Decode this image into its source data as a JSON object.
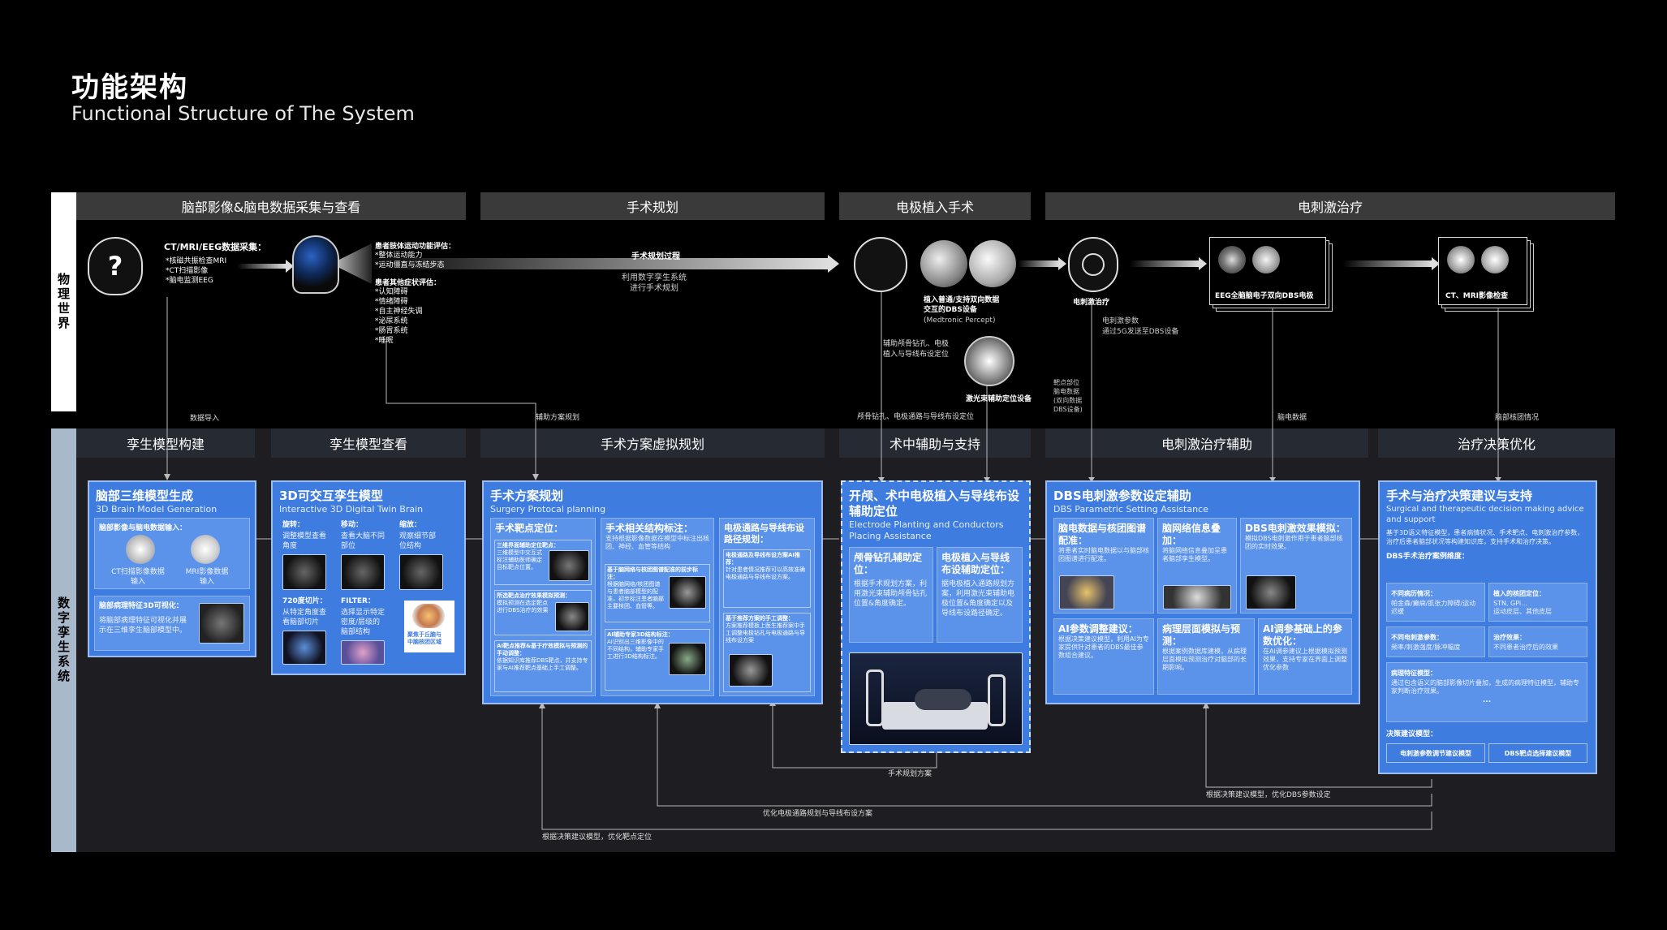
{
  "title_cn": "功能架构",
  "title_en": "Functional Structure of The System",
  "rows": {
    "physical": "物理世界",
    "digital": "数字孪生系统"
  },
  "phases": [
    "脑部影像&脑电数据采集与查看",
    "手术规划",
    "电极植入手术",
    "电刺激治疗"
  ],
  "digital_bars": [
    "孪生模型构建",
    "孪生模型查看",
    "手术方案虚拟规划",
    "术中辅助与支持",
    "电刺激治疗辅助",
    "治疗决策优化"
  ],
  "physical": {
    "acq_title": "CT/MRI/EEG数据采集：",
    "acq_items": [
      "*核磁共振检查MRI",
      "*CT扫描影像",
      "*脑电监测EEG"
    ],
    "motor_title": "患者肢体运动功能评估：",
    "motor_items": [
      "*整体运动能力",
      "*运动僵直与冻结步态"
    ],
    "other_title": "患者其他症状评估：",
    "other_items": [
      "*认知障碍",
      "*情绪障碍",
      "*自主神经失调",
      "*泌尿系统",
      "*肠胃系统",
      "*睡眠"
    ],
    "plan_label": "手术规划过程",
    "plan_sub": "利用数字孪生系统\n进行手术规划",
    "device_label": "植入普通/支持双向数据\n交互的DBS设备",
    "device_sub": "(Medtronic Percept)",
    "drill_label": "辅助颅骨钻孔、电极\n植入与导线布设定位",
    "laser_label": "激光束辅助定位设备",
    "stim_label": "电刺激治疗",
    "stim_sub": "电刺激参数\n通过5G发送至DBS设备",
    "eeg_label": "EEG全脑脑电子双向DBS电极",
    "ct_label": "CT、MRI影像检查",
    "target_note": "靶点部位\n脑电数据\n(双向数据\nDBS设备)"
  },
  "flow_notes": {
    "import": "数据导入",
    "assist_plan": "辅助方案规划",
    "skull": "颅骨钻孔、电极通路与导线布设定位",
    "eeg_data": "脑电数据",
    "nucleus": "脑部核团情况",
    "surgery_plan": "手术规划方案",
    "dbs_opt": "根据决策建议模型，优化DBS参数设定",
    "wire_opt": "优化电极通路规划与导线布设方案",
    "target_opt": "根据决策建议模型，优化靶点定位"
  },
  "cards": {
    "c1": {
      "title": "脑部三维模型生成",
      "sub": "3D Brain Model Generation",
      "input_title": "脑部影像与脑电数据输入：",
      "ct": "CT扫描影像数据\n输入",
      "mri": "MRI影像数据\n输入",
      "vis_title": "脑部病理特征3D可视化：",
      "vis_text": "将脑部病理特征可视化并展示在三维孪生脑部模型中。"
    },
    "c2": {
      "title": "3D可交互孪生模型",
      "sub": "Interactive 3D Digital Twin Brain",
      "rotate_t": "旋转：",
      "rotate": "调整模型查看\n角度",
      "move_t": "移动：",
      "move": "查看大脑不同\n部位",
      "zoom_t": "缩放：",
      "zoom": "观察细节部\n位结构",
      "slice_t": "720度切片：",
      "slice": "从特定角度查\n看脑部切片",
      "filter_t": "FILTER：",
      "filter": "选择显示特定\n密度/层级的\n脑部结构",
      "mini": "聚焦于丘脑与\n中脑核团区域"
    },
    "c3": {
      "title": "手术方案规划",
      "sub": "Surgery Protocal planning",
      "s1": "手术靶点定位：",
      "s2": "手术相关结构标注：",
      "s2text": "支持根据影像数据在模型中标注出核团、神经、血管等结构",
      "s3": "电极通路与导线布设路径规划：",
      "b1": "三维界面辅助定位靶点：",
      "b1t": "三维模型中交互式标注辅助医师确定目标靶点位置。",
      "b2": "所选靶点治疗效果模拟预测：",
      "b2t": "模拟预测在选定靶点进行DBS治疗的效果",
      "b3": "AI靶点推荐&基于疗效模拟与预测的手动调整：",
      "b3t": "依据知识库推荐DBS靶点，并支持专家与AI推荐靶点基础上手工调整。",
      "b4": "基于脑网络与核团图谱配准的前步标注：",
      "b4t": "根据脑网络/核团图谱与患者脑部模型的配准，初步标注患者脑部主要核团、血管等。",
      "b5": "AI辅助专家3D结构标注：",
      "b5t": "AI识别出三维影像中的不同结构，辅助专家手工进行3D结构标注。",
      "b6": "电极通路及导线布设方案AI推荐：",
      "b6t": "针对患者情况推荐可以高效准确电极通路与导线布设方案。",
      "b7": "基于推荐方案的手工调整：",
      "b7t": "方案推荐模板上医生推荐案中手工调整电极钻孔与电极通路与导线布设方案"
    },
    "c4": {
      "title": "开颅、术中电极植入与导线布设辅助定位",
      "sub": "Electrode Planting and Conductors Placing Assistance",
      "a1": "颅骨钻孔辅助定位：",
      "a1t": "根据手术规划方案，利用激光束辅助颅骨钻孔位置&角度确定。",
      "a2": "电极植入与导线布设辅助定位：",
      "a2t": "据电极植入通路规划方案，利用激光束辅助电极位置&角度确定以及导线布设路径确定。"
    },
    "c5": {
      "title": "DBS电刺激参数设定辅助",
      "sub": "DBS Parametric Setting Assistance",
      "p1": "脑电数据与核团图谱配准：",
      "p1t": "将患者实时脑电数据以与脑部核团图谱进行配准。",
      "p2": "脑网络信息叠加：",
      "p2t": "将脑网络信息叠加呈患者脑部孪生模型。",
      "p3": "DBS电刺激效果模拟：",
      "p3t": "模拟DBS电刺激作用于患者脑部核团的实时效果。",
      "p4": "AI参数调整建议：",
      "p4t": "根据决策建议模型，利用AI为专家提供针对患者的DBS最佳参数组合建议。",
      "p5": "病理层面模拟与预测：",
      "p5t": "根据案例数据库建模，从病理层面模拟预测治疗对脑部的长期影响。",
      "p6": "AI调参基础上的参数优化：",
      "p6t": "在AI调参建议上根据模拟预测效果，支持专家在界面上调整优化参数"
    },
    "c6": {
      "title": "手术与治疗决策建议与支持",
      "sub": "Surgical and therapeutic decision making advice and support",
      "intro": "基于3D语义特征模型，患者病情状况、手术靶点、电刺激治疗参数，治疗后患者脑部状况等构建知识库，支持手术和治疗决策。",
      "case_title": "DBS手术治疗案例维度：",
      "d1": "不同病历情况：",
      "d1t": "帕金森/癫痫/肌张力障碍/运动迟缓",
      "d2": "植入的核团定位：",
      "d2t": "STN, GPi...\n运动皮层、其他皮层",
      "d3": "不同电刺激参数：",
      "d3t": "频率/刺激强度/脉冲幅度",
      "d4": "治疗效果：",
      "d4t": "不同患者治疗后的效果",
      "d5": "病理特征模型：",
      "d5t": "通过包含语义的脑部影像切片叠加，生成的病理特征模型，辅助专家判断治疗效果。",
      "ellipsis": "...",
      "model_title": "决策建议模型：",
      "btn1": "电刺激参数调节建议模型",
      "btn2": "DBS靶点选择建议模型"
    }
  }
}
